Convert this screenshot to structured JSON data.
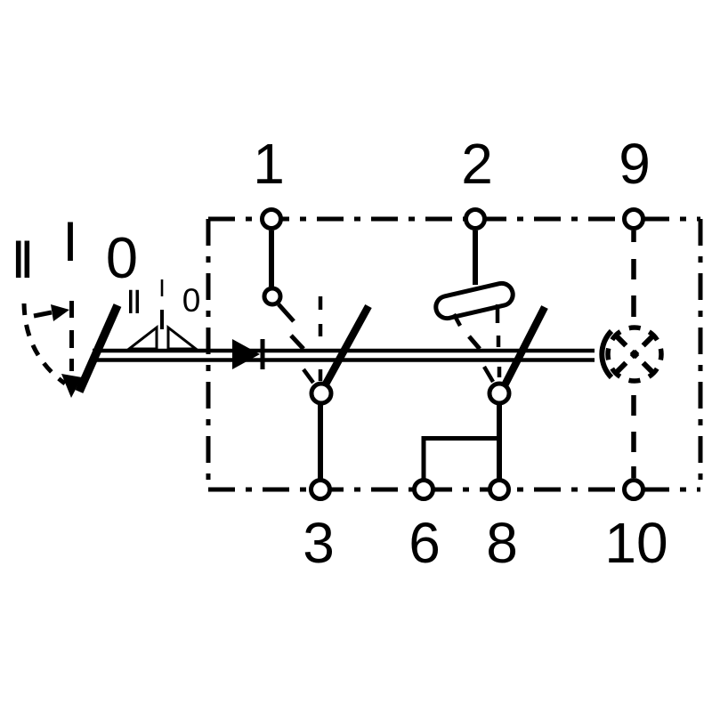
{
  "page": {
    "background": "#ffffff",
    "ink": "#000000",
    "description": "Switch wiring schematic"
  },
  "position_labels": {
    "large": [
      "II",
      "I",
      "0"
    ],
    "small": [
      "II",
      "I",
      "0"
    ]
  },
  "terminal_labels": {
    "top": [
      "1",
      "2",
      "9"
    ],
    "bottom": [
      "3",
      "6",
      "8",
      "10"
    ]
  },
  "icons": {
    "lamp": "crossed-circle-lamp-icon",
    "lever": "actuator-lever",
    "arrow": "direction-arrow"
  }
}
